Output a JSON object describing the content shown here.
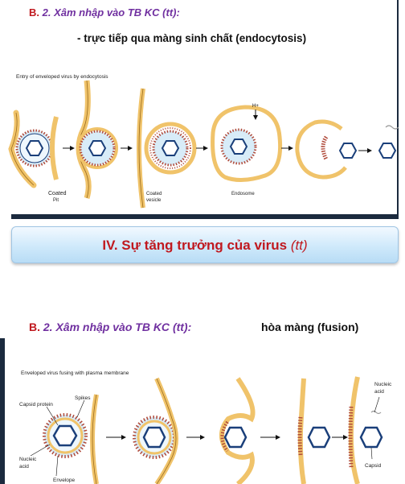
{
  "slide1": {
    "heading_b": "B.",
    "heading_italic": "2. Xâm nhập vào TB KC",
    "heading_tt": "(tt):",
    "subtitle": "- trực tiếp qua màng sinh chất (endocytosis)",
    "figure_title": "Entry of enveloped virus by endocytosis",
    "hplus": "H+",
    "label_coated_pit_1": "Coated",
    "label_coated_pit_2": "Pit",
    "label_coated_vesicle_1": "Coated",
    "label_coated_vesicle_2": "vesicle",
    "label_endosome": "Endosome"
  },
  "band": {
    "title": "IV. Sự tăng trưởng của virus",
    "title_tt": "(tt)"
  },
  "slide2": {
    "heading_b": "B.",
    "heading_italic": "2. Xâm nhập vào TB KC",
    "heading_tt": "(tt):",
    "fusion": "hòa màng (fusion)",
    "figure_title": "Enveloped virus fusing with plasma membrane",
    "label_capsid_protein": "Capsid protein",
    "label_spikes": "Spikes",
    "label_nucleic_acid_1": "Nucleic",
    "label_nucleic_acid_2": "acid",
    "label_envelope": "Envelope",
    "label_right_nucleic_1": "Nucleic",
    "label_right_nucleic_2": "acid",
    "label_capsid": "Capsid"
  },
  "colors": {
    "membrane": "#f0c36a",
    "membrane_edge": "#9a6b1c",
    "virus_fill": "#d8ecf8",
    "capsid": "#1a3f7a",
    "spike": "#b04a3a",
    "heading_red": "#c0191f",
    "heading_purple": "#7030a0"
  }
}
